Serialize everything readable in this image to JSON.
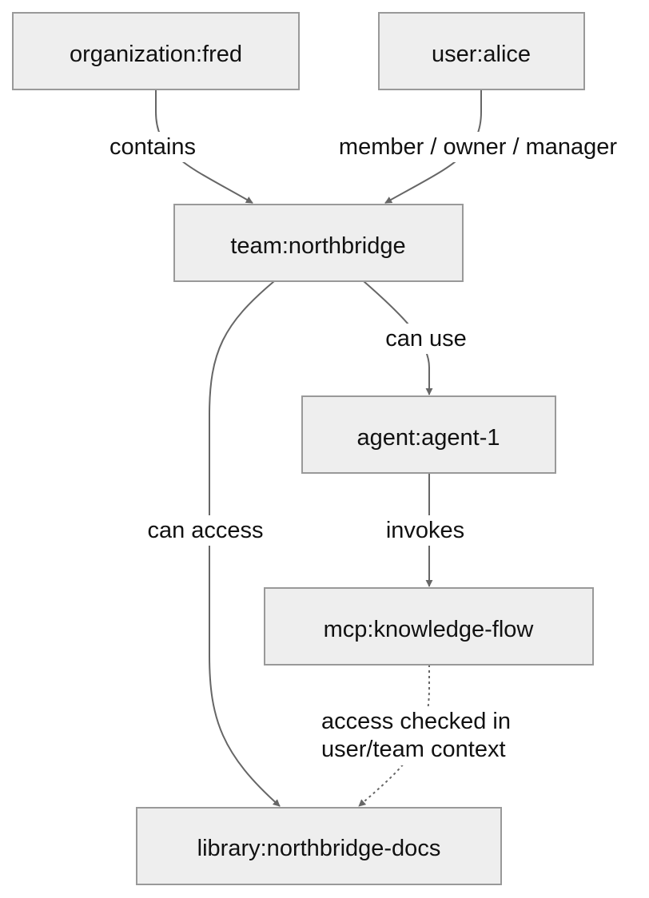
{
  "diagram": {
    "nodes": {
      "org": {
        "label": "organization:fred"
      },
      "user": {
        "label": "user:alice"
      },
      "team": {
        "label": "team:northbridge"
      },
      "agent": {
        "label": "agent:agent-1"
      },
      "mcp": {
        "label": "mcp:knowledge-flow"
      },
      "library": {
        "label": "library:northbridge-docs"
      }
    },
    "edges": {
      "org_team": {
        "from": "organization:fred",
        "to": "team:northbridge",
        "label": "contains",
        "style": "solid"
      },
      "user_team": {
        "from": "user:alice",
        "to": "team:northbridge",
        "label": "member / owner / manager",
        "style": "solid"
      },
      "team_agent": {
        "from": "team:northbridge",
        "to": "agent:agent-1",
        "label": "can use",
        "style": "solid"
      },
      "team_library": {
        "from": "team:northbridge",
        "to": "library:northbridge-docs",
        "label": "can access",
        "style": "solid"
      },
      "agent_mcp": {
        "from": "agent:agent-1",
        "to": "mcp:knowledge-flow",
        "label": "invokes",
        "style": "solid"
      },
      "mcp_library": {
        "from": "mcp:knowledge-flow",
        "to": "library:northbridge-docs",
        "label_line1": "access checked in",
        "label_line2": "user/team context",
        "style": "dotted"
      }
    }
  }
}
